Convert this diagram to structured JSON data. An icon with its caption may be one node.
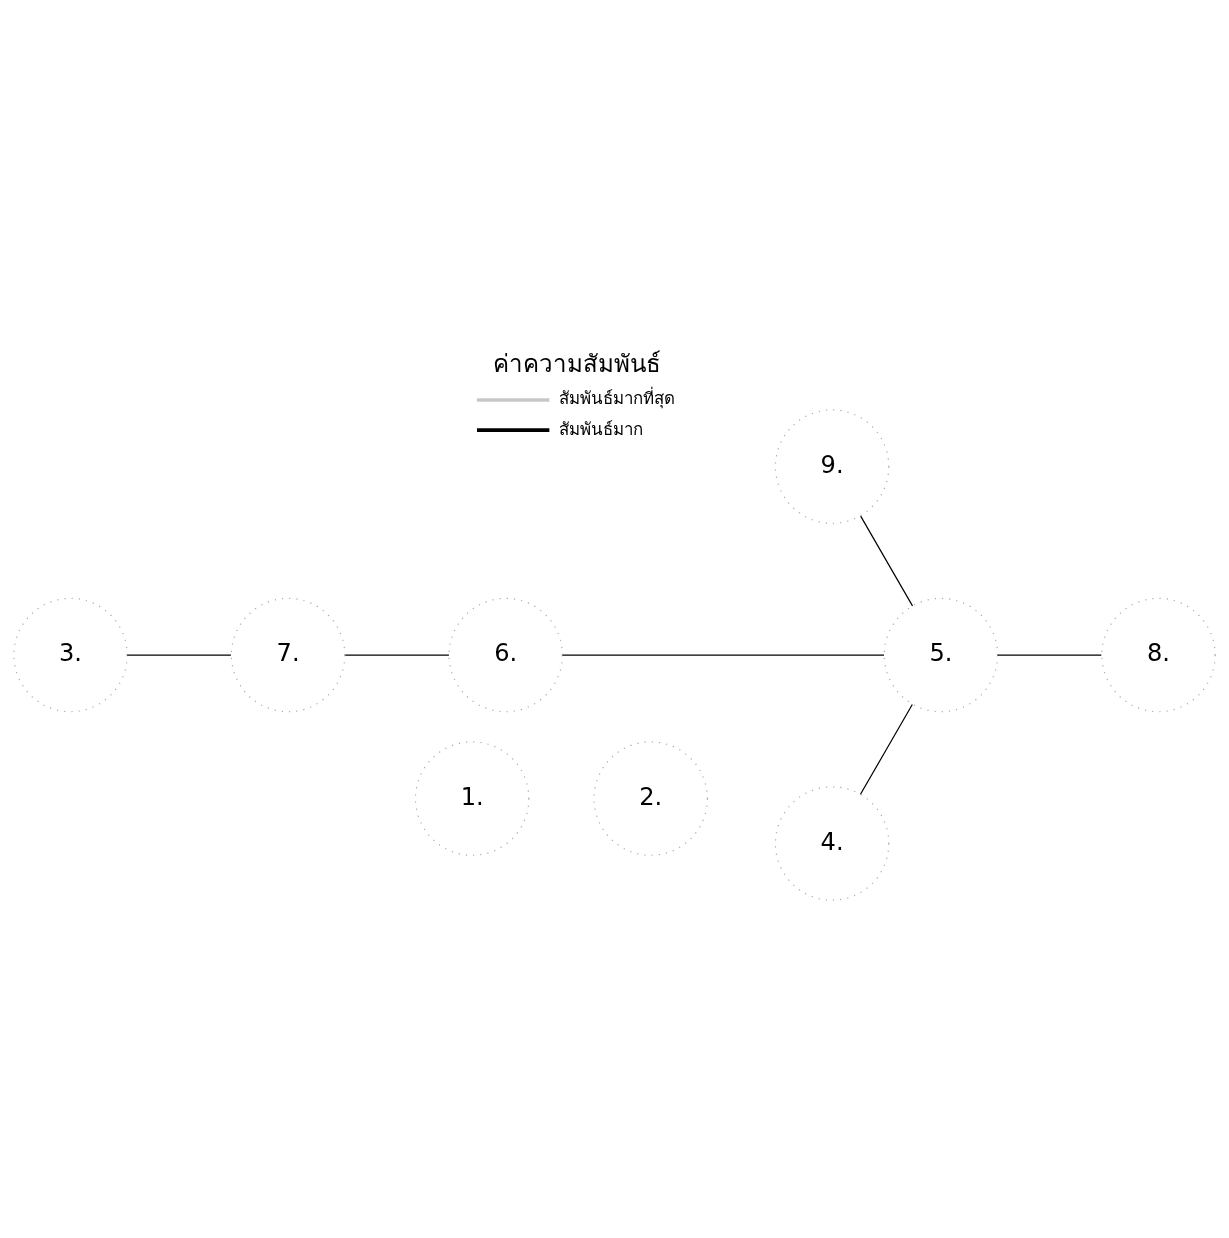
{
  "diagram": {
    "nodes": [
      {
        "text": [
          "1."
        ]
      },
      {
        "text": [
          "2."
        ]
      },
      {
        "text": [
          "3."
        ]
      },
      {
        "text": [
          "4."
        ]
      },
      {
        "text": [
          "5."
        ]
      },
      {
        "text": [
          "6."
        ]
      },
      {
        "text": [
          "7."
        ]
      },
      {
        "text": [
          "8."
        ]
      },
      {
        "text": [
          "9."
        ]
      }
    ],
    "edges": [
      {
        "from": 8,
        "to": 4,
        "arrow": "none"
      },
      {
        "from": 7,
        "to": 4,
        "arrow": "none"
      },
      {
        "from": 6,
        "to": 2,
        "arrow": "none"
      },
      {
        "from": 6,
        "to": 5,
        "arrow": "none"
      },
      {
        "from": 5,
        "to": 4,
        "arrow": "none"
      },
      {
        "from": 4,
        "to": 3,
        "arrow": "none"
      }
    ],
    "labels": [
      "ค่าความสัมพันธ์"
    ],
    "legend": [
      {
        "text": "สัมพันธ์มากที่สุด"
      },
      {
        "text": "สัมพันธ์มาก"
      }
    ]
  }
}
